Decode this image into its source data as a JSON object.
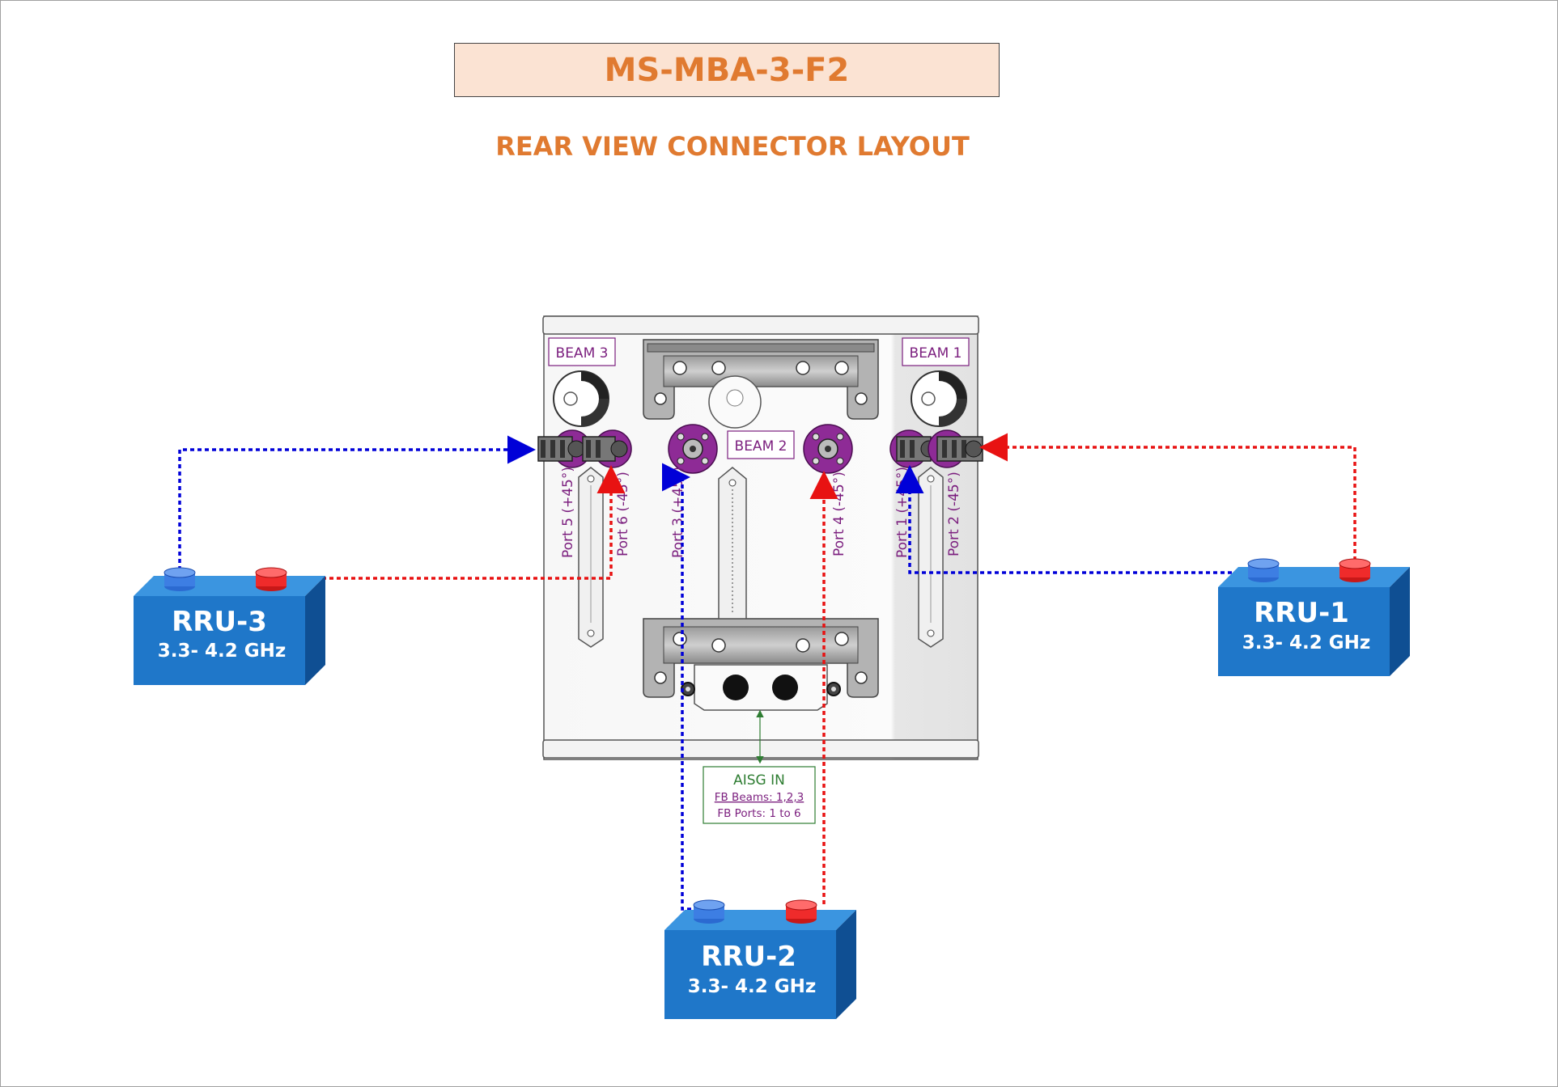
{
  "title": "MS-MBA-3-F2",
  "subtitle": "REAR VIEW CONNECTOR LAYOUT",
  "beams": {
    "beam1": "BEAM 1",
    "beam2": "BEAM 2",
    "beam3": "BEAM 3"
  },
  "ports": {
    "p1": "Port 1 (+45°)",
    "p2": "Port 2 (-45°)",
    "p3": "Port 3 (+45°)",
    "p4": "Port 4 (-45°)",
    "p5": "Port 5 (+45°)",
    "p6": "Port 6 (-45°)"
  },
  "aisg": {
    "title": "AISG IN",
    "line1": "FB Beams: 1,2,3",
    "line2": "FB Ports: 1 to 6"
  },
  "rrus": {
    "rru1": {
      "name": "RRU-1",
      "band": "3.3- 4.2 GHz"
    },
    "rru2": {
      "name": "RRU-2",
      "band": "3.3- 4.2 GHz"
    },
    "rru3": {
      "name": "RRU-3",
      "band": "3.3- 4.2 GHz"
    }
  },
  "colors": {
    "title": "#e07a30",
    "title_bg": "#fbe3d3",
    "purple": "#7b1e7e",
    "connector": "#8e2b96",
    "rru_front": "#1f77c9",
    "rru_side": "#0f4f93",
    "rru_top": "#3b95e0",
    "blue_line": "#0000d8",
    "red_line": "#e81212",
    "aisg_green": "#2e7d32"
  }
}
